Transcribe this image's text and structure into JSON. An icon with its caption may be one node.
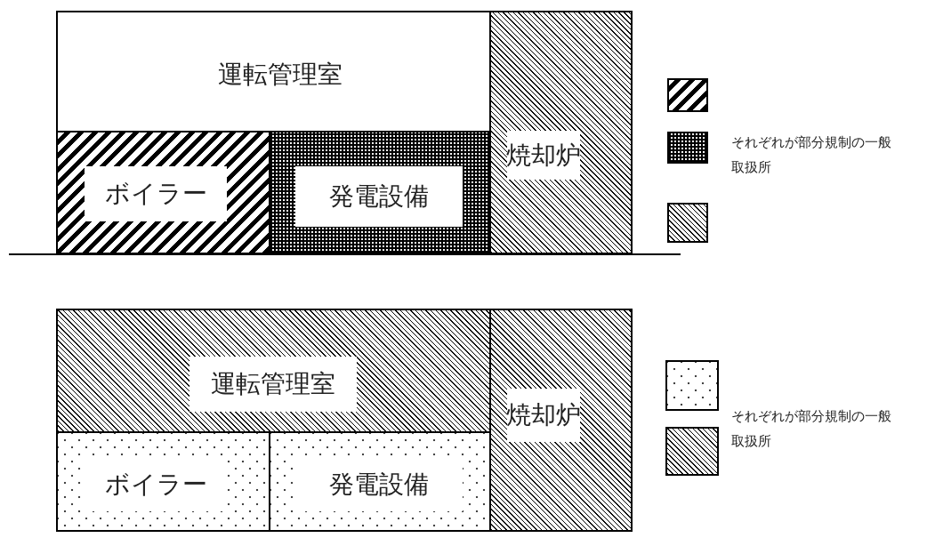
{
  "diagram": {
    "nodes": [
      {
        "text": [
          "運転管理室"
        ]
      },
      {
        "text": [
          "ボイラー"
        ]
      },
      {
        "text": [
          "発電設備"
        ]
      },
      {
        "text": [
          "焼却炉"
        ]
      },
      {
        "text": [
          "運転管理室"
        ]
      },
      {
        "text": [
          "ボイラー"
        ]
      },
      {
        "text": [
          "発電設備"
        ]
      },
      {
        "text": [
          "焼却炉"
        ]
      }
    ],
    "labels": [
      "それぞれが部分規制の一般取扱所",
      "それぞれが部分規制の一般取扱所"
    ]
  }
}
